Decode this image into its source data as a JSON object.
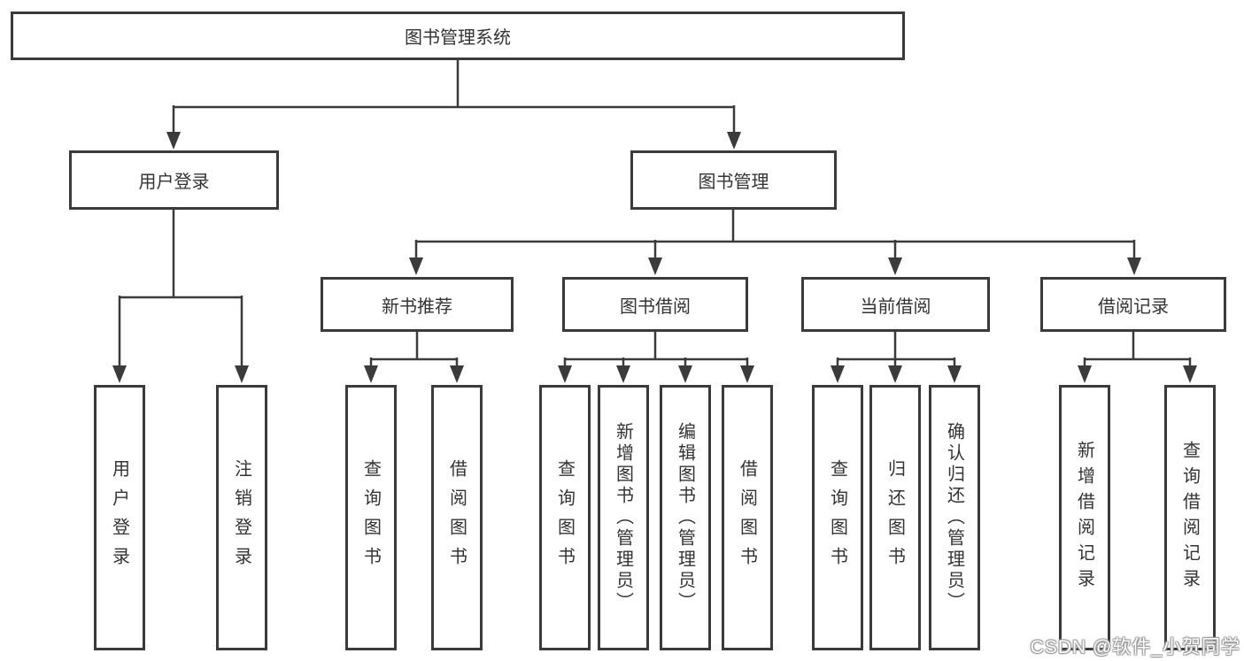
{
  "diagram": {
    "title_node": {
      "label": "图书管理系统"
    },
    "level2": [
      {
        "label": "用户登录"
      },
      {
        "label": "图书管理"
      }
    ],
    "level3": [
      {
        "label": "新书推荐",
        "parent": "图书管理"
      },
      {
        "label": "图书借阅",
        "parent": "图书管理"
      },
      {
        "label": "当前借阅",
        "parent": "图书管理"
      },
      {
        "label": "借阅记录",
        "parent": "图书管理"
      }
    ],
    "leaves": [
      {
        "label": "用户登录",
        "parent": "用户登录"
      },
      {
        "label": "注销登录",
        "parent": "用户登录"
      },
      {
        "label": "查询图书",
        "parent": "新书推荐"
      },
      {
        "label": "借阅图书",
        "parent": "新书推荐"
      },
      {
        "label": "查询图书",
        "parent": "图书借阅"
      },
      {
        "label": "新增图书（管理员）",
        "parent": "图书借阅"
      },
      {
        "label": "编辑图书（管理员）",
        "parent": "图书借阅"
      },
      {
        "label": "借阅图书",
        "parent": "图书借阅"
      },
      {
        "label": "查询图书",
        "parent": "当前借阅"
      },
      {
        "label": "归还图书",
        "parent": "当前借阅"
      },
      {
        "label": "确认归还（管理员）",
        "parent": "当前借阅"
      },
      {
        "label": "新增借阅记录",
        "parent": "借阅记录"
      },
      {
        "label": "查询借阅记录",
        "parent": "借阅记录"
      }
    ],
    "colors": {
      "line": "#3b3b3b",
      "box_border": "#3b3b3b",
      "text": "#333333",
      "background": "#ffffff"
    },
    "watermark": "CSDN @软件_小贺同学"
  }
}
